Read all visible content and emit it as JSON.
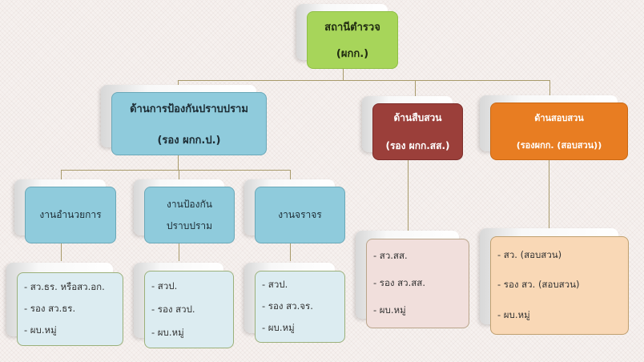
{
  "root": {
    "title": "สถานีตำรวจ",
    "subtitle": "(ผกก.)"
  },
  "branches": [
    {
      "title": "ด้านการป้องกันปราบปราม",
      "subtitle": "(รอง ผกก.ป.)",
      "units": [
        {
          "title": "งานอำนวยการ",
          "items": [
            "- สว.ธร. หรือสว.อก.",
            "- รอง สว.ธร.",
            "- ผบ.หมู่"
          ]
        },
        {
          "title": "งานป้องกัน",
          "title2": "ปราบปราม",
          "items": [
            "- สวป.",
            "- รอง สวป.",
            "- ผบ.หมู่"
          ]
        },
        {
          "title": "งานจราจร",
          "items": [
            "- สวป.",
            "- รอง สว.จร.",
            "- ผบ.หมู่"
          ]
        }
      ]
    },
    {
      "title": "ด้านสืบสวน",
      "subtitle": "(รอง ผกก.สส.)",
      "items": [
        "- สว.สส.",
        "- รอง สว.สส.",
        "- ผบ.หมู่"
      ]
    },
    {
      "title": "ด้านสอบสวน",
      "subtitle": "(รองผกก. (สอบสวน))",
      "items": [
        "- สว. (สอบสวน)",
        "- รอง สว. (สอบสวน)",
        "- ผบ.หมู่"
      ]
    }
  ]
}
